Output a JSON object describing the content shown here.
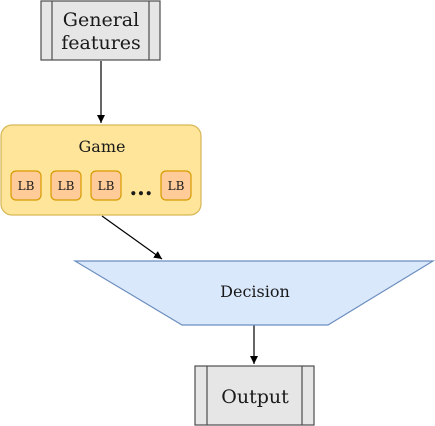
{
  "nodes": {
    "general_features": {
      "line1": "General",
      "line2": "features"
    },
    "game": {
      "label": "Game"
    },
    "learners": [
      "LB",
      "LB",
      "LB",
      "LB"
    ],
    "ellipsis": "...",
    "decision": {
      "label": "Decision"
    },
    "output": {
      "label": "Output"
    }
  },
  "colors": {
    "process_fill": "#e6e6e6",
    "process_stroke": "#4d4d4d",
    "game_fill": "#ffe599",
    "game_stroke": "#d6b656",
    "lb_fill": "#ffcc99",
    "lb_stroke": "#d79b00",
    "decision_fill": "#dae8fc",
    "decision_stroke": "#6c8ebf",
    "edge": "#000000"
  }
}
